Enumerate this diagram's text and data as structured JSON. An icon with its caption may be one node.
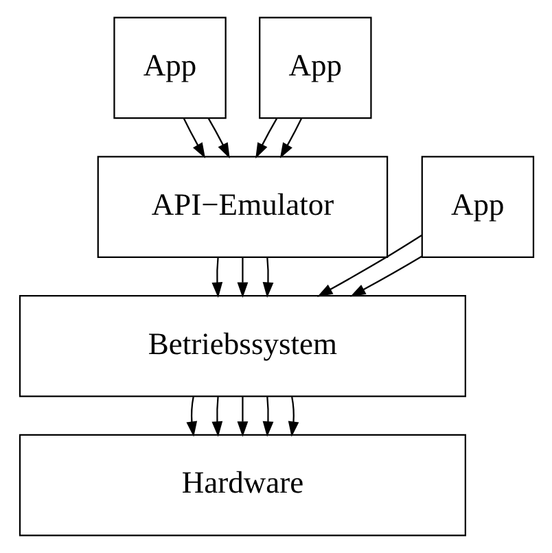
{
  "diagram": {
    "nodes": [
      {
        "text": [
          "App"
        ]
      },
      {
        "text": [
          "App"
        ]
      },
      {
        "text": [
          "API−Emulator"
        ]
      },
      {
        "text": [
          "App"
        ]
      },
      {
        "text": [
          "Betriebssystem"
        ]
      },
      {
        "text": [
          "Hardware"
        ]
      }
    ],
    "edges": [
      {
        "from": 0,
        "to": 2,
        "arrow": "to"
      },
      {
        "from": 0,
        "to": 2,
        "arrow": "to"
      },
      {
        "from": 1,
        "to": 2,
        "arrow": "to"
      },
      {
        "from": 1,
        "to": 2,
        "arrow": "to"
      },
      {
        "from": 2,
        "to": 4,
        "arrow": "to"
      },
      {
        "from": 2,
        "to": 4,
        "arrow": "to"
      },
      {
        "from": 2,
        "to": 4,
        "arrow": "to"
      },
      {
        "from": 3,
        "to": 4,
        "arrow": "to"
      },
      {
        "from": 3,
        "to": 4,
        "arrow": "to"
      },
      {
        "from": 4,
        "to": 5,
        "arrow": "to"
      },
      {
        "from": 4,
        "to": 5,
        "arrow": "to"
      },
      {
        "from": 4,
        "to": 5,
        "arrow": "to"
      },
      {
        "from": 4,
        "to": 5,
        "arrow": "to"
      },
      {
        "from": 4,
        "to": 5,
        "arrow": "to"
      }
    ]
  }
}
